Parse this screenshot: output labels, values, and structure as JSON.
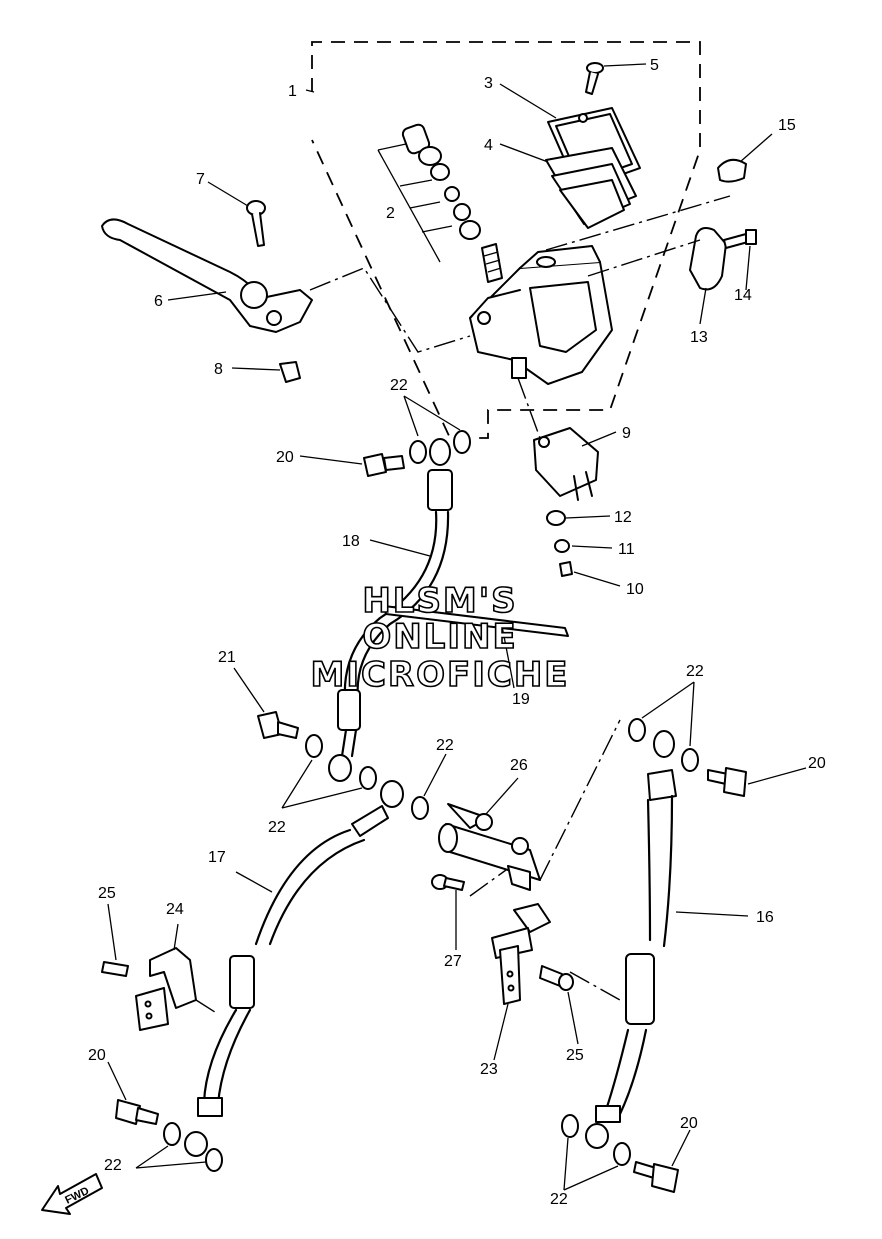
{
  "watermark": {
    "line1": "HLSM'S",
    "line2": "ONLINE",
    "line3": "MICROFICHE"
  },
  "fwd_label": "FWD",
  "callouts": {
    "c1": "1",
    "c2": "2",
    "c3": "3",
    "c4": "4",
    "c5": "5",
    "c6": "6",
    "c7": "7",
    "c8": "8",
    "c9": "9",
    "c10": "10",
    "c11": "11",
    "c12": "12",
    "c13": "13",
    "c14": "14",
    "c15": "15",
    "c16": "16",
    "c17": "17",
    "c18": "18",
    "c19": "19",
    "c20a": "20",
    "c20b": "20",
    "c20c": "20",
    "c20d": "20",
    "c21": "21",
    "c22a": "22",
    "c22b": "22",
    "c22c": "22",
    "c22d": "22",
    "c22e": "22",
    "c22f": "22",
    "c23": "23",
    "c24": "24",
    "c25a": "25",
    "c25b": "25",
    "c26": "26",
    "c27": "27"
  }
}
